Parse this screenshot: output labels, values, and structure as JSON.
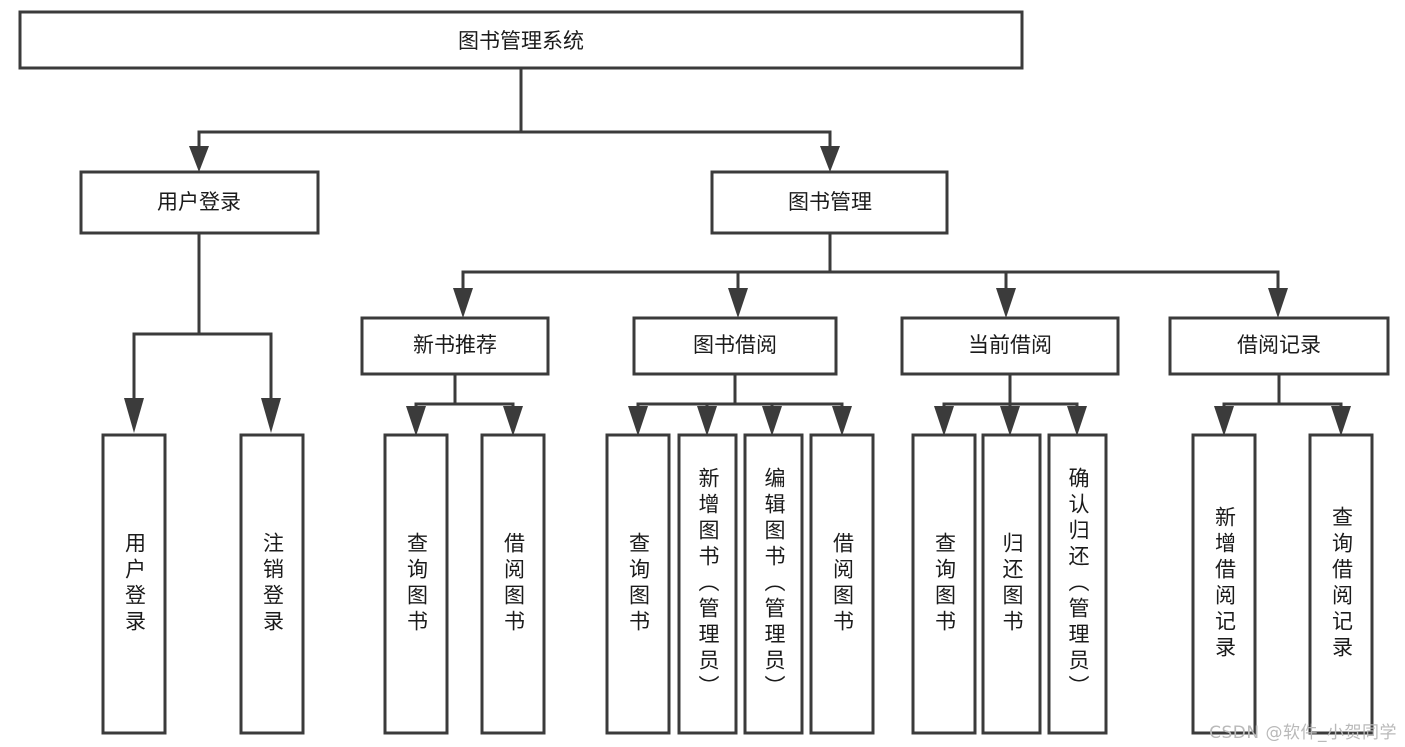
{
  "diagram": {
    "type": "tree",
    "title": "图书管理系统",
    "watermark": "CSDN @软件_小贺同学",
    "colors": {
      "stroke": "#3b3b3b",
      "fill": "#ffffff",
      "text": "#1b1b1b",
      "watermark": "#b9b9b9",
      "background": "#ffffff"
    },
    "root": {
      "label": "图书管理系统"
    },
    "level1": [
      {
        "label": "用户登录"
      },
      {
        "label": "图书管理"
      }
    ],
    "level2": [
      {
        "label": "新书推荐"
      },
      {
        "label": "图书借阅"
      },
      {
        "label": "当前借阅"
      },
      {
        "label": "借阅记录"
      }
    ],
    "leaves": {
      "user_login": [
        {
          "label": "用户登录"
        },
        {
          "label": "注销登录"
        }
      ],
      "new_book": [
        {
          "label": "查询图书"
        },
        {
          "label": "借阅图书"
        }
      ],
      "book_borrow": [
        {
          "label": "查询图书"
        },
        {
          "label": "新增图书（管理员）"
        },
        {
          "label": "编辑图书（管理员）"
        },
        {
          "label": "借阅图书"
        }
      ],
      "current_borrow": [
        {
          "label": "查询图书"
        },
        {
          "label": "归还图书"
        },
        {
          "label": "确认归还（管理员）"
        }
      ],
      "borrow_record": [
        {
          "label": "新增借阅记录"
        },
        {
          "label": "查询借阅记录"
        }
      ]
    }
  }
}
